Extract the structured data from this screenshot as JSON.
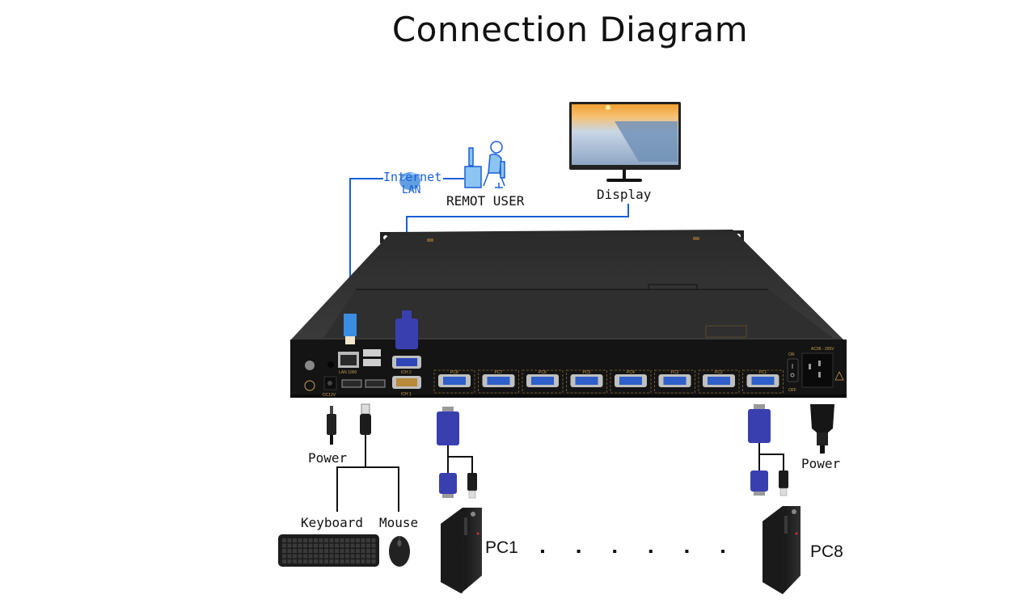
{
  "title": "Connection Diagram",
  "network": {
    "internet_label": "Internet",
    "lan_label": "LAN",
    "remote_user_label": "REMOT USER",
    "display_label": "Display"
  },
  "device": {
    "name": "KVM switch rear panel",
    "lan_port_label": "LAN 1000",
    "dc_label": "DC12V",
    "console_ports": [
      "ICH 2",
      "ICH 1"
    ],
    "pc_ports": [
      "PC8",
      "PC7",
      "PC6",
      "PC5",
      "PC4",
      "PC3",
      "PC2",
      "PC1"
    ],
    "power_switch": {
      "on": "ON",
      "off": "OFF"
    },
    "ac_label": "AC96 - 265V"
  },
  "peripherals": {
    "power_left": "Power",
    "keyboard": "Keyboard",
    "mouse": "Mouse",
    "power_right": "Power"
  },
  "computers": {
    "first": "PC1",
    "last": "PC8",
    "ellipsis_dots": 6
  },
  "colors": {
    "cable_blue": "#1a5fd6",
    "vga_blue": "#3a3fb0",
    "chassis": "#1c1c1c",
    "port_gold": "#c9a050"
  }
}
